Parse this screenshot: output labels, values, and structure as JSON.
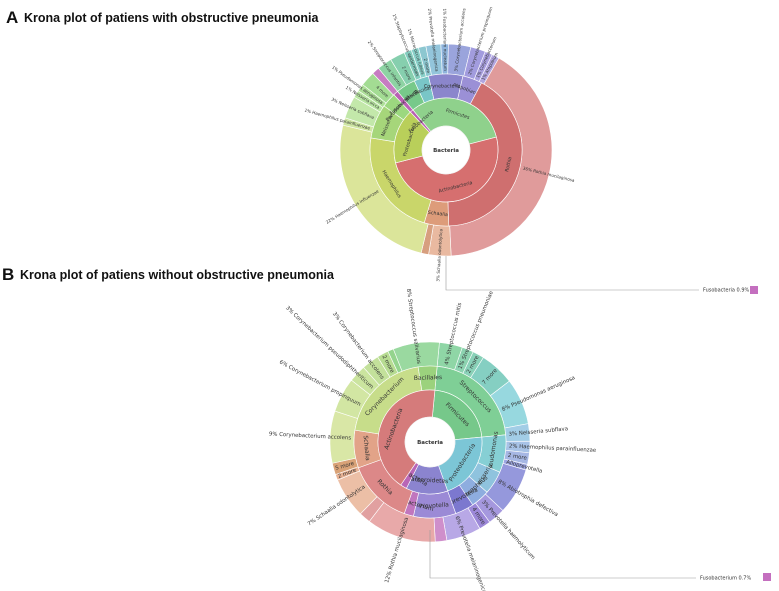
{
  "panels": [
    {
      "id": "A",
      "letter": "A",
      "title": "Krona plot of patiens with obstructive pneumonia",
      "root_label": "Bacteria",
      "inner_ring": [
        {
          "label": "Firmicutes",
          "value": 32,
          "color": "#8fd18c"
        },
        {
          "label": "Actinobacteria",
          "value": 50,
          "color": "#d66f6f"
        },
        {
          "label": "Proteobacteria",
          "value": 17,
          "color": "#b9cf5a"
        },
        {
          "label": "Fusobacteria",
          "value": 1,
          "color": "#b95fb3"
        }
      ],
      "middle_ring": [
        {
          "label": "Streptococcus",
          "value": 4,
          "color": "#77c98a"
        },
        {
          "label": "Bacillales",
          "value": 3,
          "color": "#79c6c7"
        },
        {
          "label": "Corynebacteriales",
          "value": 7,
          "color": "#8b86cc"
        },
        {
          "label": "Atopobiaceae",
          "value": 4,
          "color": "#9b90d6"
        },
        {
          "label": "Rothia",
          "value": 40,
          "color": "#cf6f6f"
        },
        {
          "label": "Schaalia",
          "value": 5,
          "color": "#dd9c7a"
        },
        {
          "label": "Haemophilus",
          "value": 22,
          "color": "#c9d66a"
        },
        {
          "label": "Neisseria",
          "value": 7,
          "color": "#a6d67a"
        },
        {
          "label": "Pseudomonas",
          "value": 3,
          "color": "#9cd87f"
        },
        {
          "label": "Fusobacterium",
          "value": 1,
          "color": "#b95fb3"
        }
      ],
      "outer_ring": [
        {
          "label": "Streptococcus infantis",
          "percent": "2%",
          "value": 2,
          "color": "#8dd3a3"
        },
        {
          "label": "2 more",
          "percent": "",
          "value": 2,
          "color": "#86cfae"
        },
        {
          "label": "Staphylococcus epidermidis",
          "percent": "1%",
          "value": 1,
          "color": "#84cdbf"
        },
        {
          "label": "Micrococcus luteus",
          "percent": "1%",
          "value": 1,
          "color": "#88d0c9"
        },
        {
          "label": "2 more",
          "percent": "",
          "value": 1,
          "color": "#8cc7d0"
        },
        {
          "label": "Prevotella melaninogenica",
          "percent": "2%",
          "value": 2,
          "color": "#93c5db"
        },
        {
          "label": "Fusobacterium nucleatum",
          "percent": "1%",
          "value": 1,
          "color": "#8fb4dc"
        },
        {
          "label": "Corynebacterium accolens",
          "percent": "3%",
          "value": 3,
          "color": "#9aa4dc"
        },
        {
          "label": "Corynebacterium propinquum",
          "percent": "2%",
          "value": 2,
          "color": "#a29cde"
        },
        {
          "label": "Corynebacterium",
          "percent": "1%",
          "value": 1,
          "color": "#aaa1e0"
        },
        {
          "label": "Atopobium",
          "percent": "1%",
          "value": 1,
          "color": "#b2a6e0"
        },
        {
          "label": "Rothia mucilaginosa",
          "percent": "36%",
          "value": 36,
          "color": "#e09b9b"
        },
        {
          "label": "Schaalia odontolytica",
          "percent": "3%",
          "value": 3,
          "color": "#e9b9a0"
        },
        {
          "label": "",
          "percent": "",
          "value": 1,
          "color": "#d79f7f"
        },
        {
          "label": "Haemophilus influenzae",
          "percent": "22%",
          "value": 22,
          "color": "#dbe59a"
        },
        {
          "label": "Haemophilus parainfluenzae",
          "percent": "1%",
          "value": 1,
          "color": "#cfe6a4"
        },
        {
          "label": "Neisseria subflava",
          "percent": "3%",
          "value": 3,
          "color": "#c3e8aa"
        },
        {
          "label": "Neisseria sicca",
          "percent": "1%",
          "value": 1,
          "color": "#b9e6a3"
        },
        {
          "label": "Pseudomonas aeruginosa",
          "percent": "1%",
          "value": 1,
          "color": "#addf98"
        },
        {
          "label": "4 more",
          "percent": "",
          "value": 2,
          "color": "#a3dc93"
        },
        {
          "label": "",
          "percent": "",
          "value": 1,
          "color": "#c77cc2"
        }
      ],
      "fuso_legend": {
        "label": "Fusobacteria",
        "percent": "0.9%",
        "color": "#c46fbf"
      }
    },
    {
      "id": "B",
      "letter": "B",
      "title": "Krona plot of patiens without obstructive pneumonia",
      "root_label": "Bacteria",
      "inner_ring": [
        {
          "label": "Firmicutes",
          "value": 22,
          "color": "#76c88a"
        },
        {
          "label": "Proteobacteria",
          "value": 21,
          "color": "#7cc6d6"
        },
        {
          "label": "Bacteroidetes",
          "value": 13,
          "color": "#8b84cf"
        },
        {
          "label": "Fusobacteria",
          "value": 2,
          "color": "#b966b6"
        },
        {
          "label": "Actinobacteria",
          "value": 42,
          "color": "#d57b7b"
        }
      ],
      "middle_ring": [
        {
          "label": "Streptococcus",
          "value": 22,
          "color": "#7fcf96"
        },
        {
          "label": "Pseudomonas",
          "value": 8,
          "color": "#86cfd4"
        },
        {
          "label": "Neisseria",
          "value": 5,
          "color": "#8fc3de"
        },
        {
          "label": "Haemophilus",
          "value": 4,
          "color": "#8eaddf"
        },
        {
          "label": "Alloprevotella",
          "value": 4,
          "color": "#7c78cf"
        },
        {
          "label": "Prevotella",
          "value": 9,
          "color": "#9b8ad6"
        },
        {
          "label": "Fusobacterium",
          "value": 2,
          "color": "#c176be"
        },
        {
          "label": "Rothia",
          "value": 14,
          "color": "#dc8888"
        },
        {
          "label": "Schaalia",
          "value": 8,
          "color": "#e2a388"
        },
        {
          "label": "Corynebacterium",
          "value": 20,
          "color": "#c7dd8a"
        },
        {
          "label": "Bacillales",
          "value": 4,
          "color": "#9bd27d"
        }
      ],
      "outer_ring": [
        {
          "label": "Streptococcus mitis",
          "percent": "4%",
          "value": 4,
          "color": "#8fd6a6"
        },
        {
          "label": "Streptococcus pneumoniae",
          "percent": "1%",
          "value": 2,
          "color": "#8cd3b0"
        },
        {
          "label": "2 more",
          "percent": "",
          "value": 2,
          "color": "#89d1b8"
        },
        {
          "label": "7 more",
          "percent": "",
          "value": 6,
          "color": "#85cfc2"
        },
        {
          "label": "Pseudomonas aeruginosa",
          "percent": "8%",
          "value": 8,
          "color": "#97d8df"
        },
        {
          "label": "Neisseria subflava",
          "percent": "3%",
          "value": 3,
          "color": "#a2cde6"
        },
        {
          "label": "Haemophilus parainfluenzae",
          "percent": "2%",
          "value": 2,
          "color": "#a7c2e6"
        },
        {
          "label": "2 more",
          "percent": "",
          "value": 2,
          "color": "#a6b7e4"
        },
        {
          "label": "Alloprevotella",
          "percent": "",
          "value": 1,
          "color": "#9ea7e3"
        },
        {
          "label": "Abiotrophia defectiva",
          "percent": "8%",
          "value": 8,
          "color": "#9598dc"
        },
        {
          "label": "Prevotella haemolyticum",
          "percent": "3%",
          "value": 3,
          "color": "#a598de"
        },
        {
          "label": "4 more",
          "percent": "",
          "value": 2,
          "color": "#9c88d8"
        },
        {
          "label": "Prevotella melaninogenica",
          "percent": "6%",
          "value": 6,
          "color": "#b8a8e6"
        },
        {
          "label": "",
          "percent": "",
          "value": 2,
          "color": "#cf8fcb"
        },
        {
          "label": "Rothia mucilaginosa",
          "percent": "12%",
          "value": 12,
          "color": "#e8a9a9"
        },
        {
          "label": "",
          "percent": "",
          "value": 2,
          "color": "#e1a0a0"
        },
        {
          "label": "Schaalia odontolytica",
          "percent": "7%",
          "value": 7,
          "color": "#ecbfa6"
        },
        {
          "label": "2 more",
          "percent": "",
          "value": 1,
          "color": "#e7b193"
        },
        {
          "label": "5 more",
          "percent": "",
          "value": 2,
          "color": "#d9a277"
        },
        {
          "label": "Corynebacterium accolens",
          "percent": "9%",
          "value": 9,
          "color": "#d9e7a6"
        },
        {
          "label": "Corynebacterium propinquum",
          "percent": "6%",
          "value": 6,
          "color": "#d2e6a3"
        },
        {
          "label": "Corynebacterium pseudodiphtheriticum",
          "percent": "3%",
          "value": 3,
          "color": "#cbe49f"
        },
        {
          "label": "Corynebacterium accolens",
          "percent": "3%",
          "value": 3,
          "color": "#c3e19b"
        },
        {
          "label": "2 more",
          "percent": "",
          "value": 2,
          "color": "#b7dc92"
        },
        {
          "label": "",
          "percent": "",
          "value": 1,
          "color": "#94d48d"
        },
        {
          "label": "Streptococcus salivarius",
          "percent": "8%",
          "value": 8,
          "color": "#9ad9a0"
        }
      ],
      "fuso_legend": {
        "label": "Fusobacterium",
        "percent": "0.7%",
        "color": "#c46fbf"
      }
    }
  ]
}
